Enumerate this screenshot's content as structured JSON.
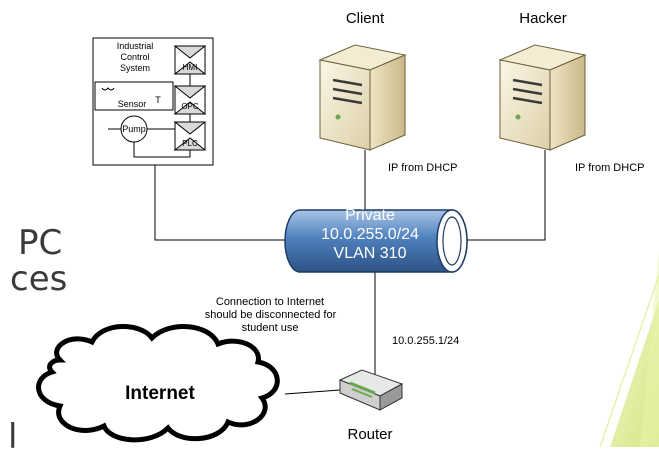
{
  "background_text": {
    "line1": "PC",
    "line2": "ces",
    "line3": "l"
  },
  "ics": {
    "title_lines": [
      "Industrial",
      "Control",
      "System"
    ],
    "hmi": "HMI",
    "opc": "OPC",
    "plc": "PLC",
    "sensor": "Sensor",
    "sensor_t": "T",
    "pump": "Pump"
  },
  "servers": {
    "client": "Client",
    "hacker": "Hacker",
    "client_ip_note": "IP from DHCP",
    "hacker_ip_note": "IP from DHCP"
  },
  "network": {
    "line1": "Private",
    "line2": "10.0.255.0/24",
    "line3": "VLAN 310",
    "fill_color": "#4f81bd"
  },
  "router": {
    "label": "Router",
    "ip": "10.0.255.1/24"
  },
  "internet": {
    "label": "Internet",
    "note_lines": [
      "Connection to Internet",
      "should be disconnected for",
      "student use"
    ]
  },
  "accent_color": "#d9ec7a"
}
